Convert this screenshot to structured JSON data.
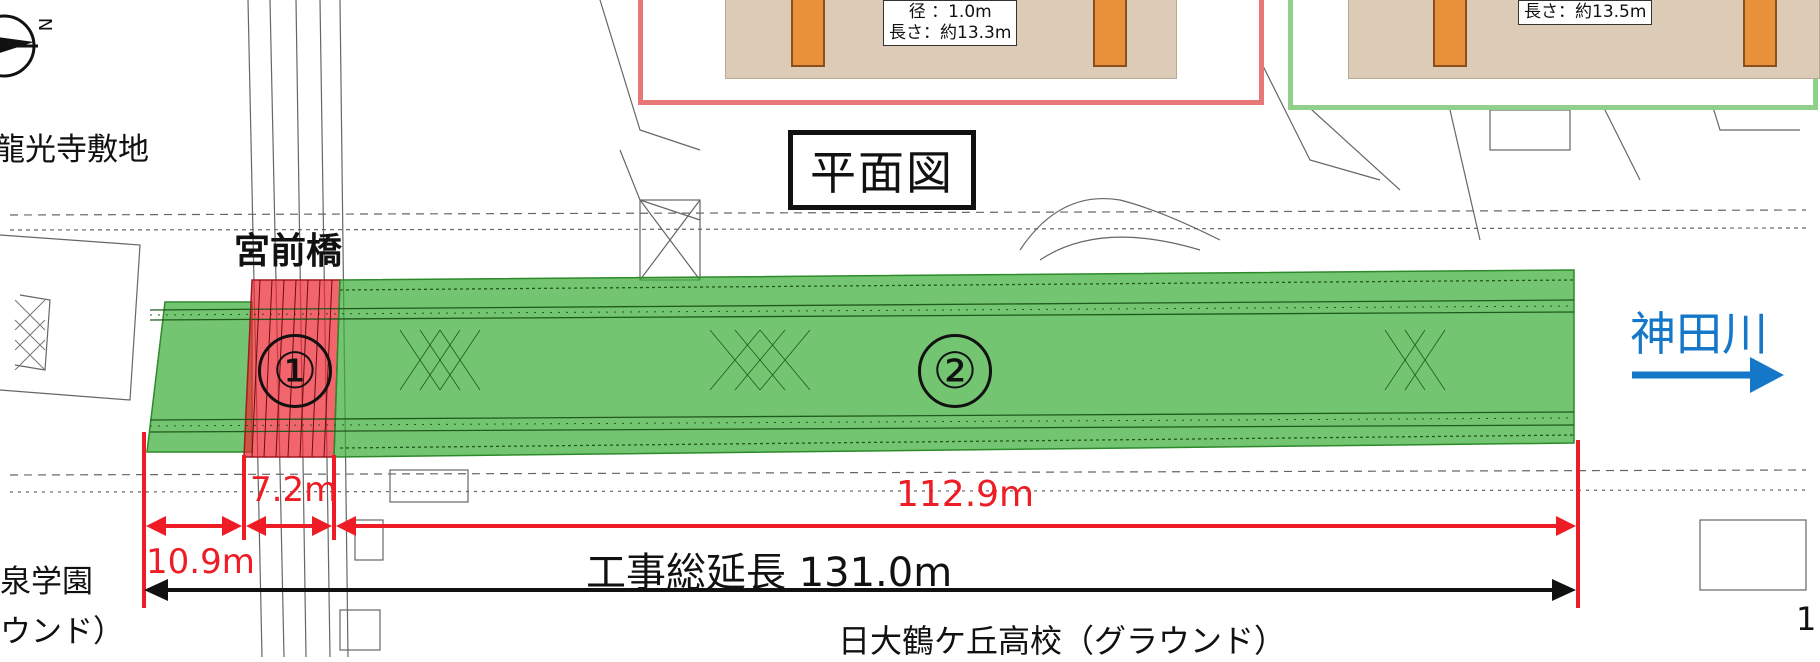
{
  "plan_title": "平面図",
  "north_mark": "N",
  "labels": {
    "temple": "龍光寺敷地",
    "bridge": "宮前橋",
    "river": "神田川",
    "school_left_1": "泉学園",
    "school_left_2": "ウンド）",
    "school_bottom": "日大鶴ケ丘高校（グラウンド）",
    "page_number": "1"
  },
  "sections": [
    {
      "marker": "①",
      "color": "#e8303a"
    },
    {
      "marker": "②",
      "color": "#3fae3a"
    }
  ],
  "dimensions": {
    "left_extension": "10.9m",
    "section_1": "7.2m",
    "section_2": "112.9m",
    "total": "工事総延長 131.0m"
  },
  "insets": {
    "section_1": {
      "border_color": "#e87878",
      "spec_line_1": "径 ：1.0m",
      "spec_line_2": "長さ：約13.3m"
    },
    "section_2": {
      "border_color": "#8fd08a",
      "spec_line_1": "長さ：約13.5m"
    }
  },
  "colors": {
    "dimension_red": "#ee1c24",
    "river_blue": "#1577c8",
    "plan_lines": "#555555"
  }
}
